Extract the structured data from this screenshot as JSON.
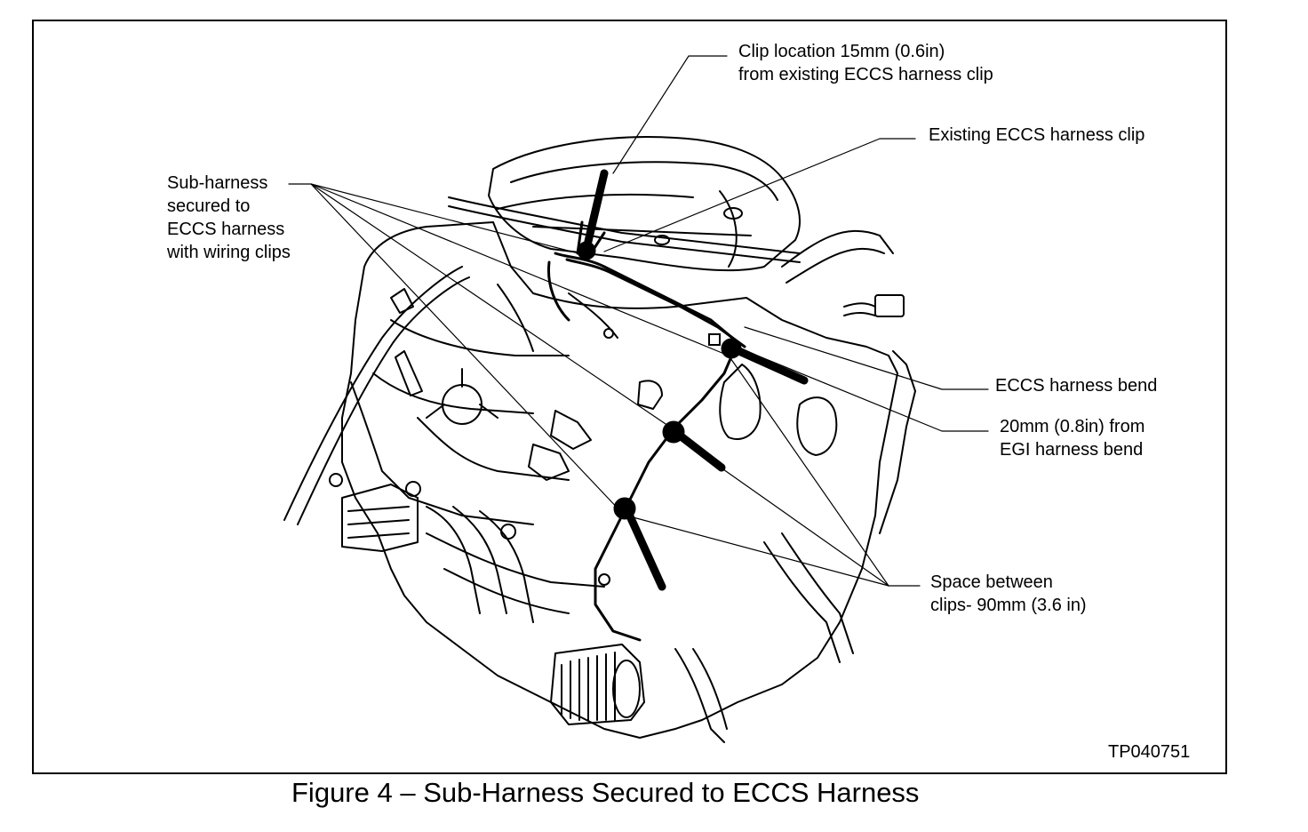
{
  "figure": {
    "caption": "Figure 4 – Sub-Harness Secured to ECCS Harness",
    "figure_id": "TP040751"
  },
  "callouts": {
    "clip_location": "Clip location 15mm (0.6in)\nfrom existing ECCS harness clip",
    "existing_clip": "Existing ECCS harness clip",
    "sub_harness": "Sub-harness\nsecured to\nECCS harness\nwith wiring clips",
    "harness_bend": "ECCS harness bend",
    "egi_bend": "20mm (0.8in) from\nEGI harness bend",
    "clip_spacing": "Space between\nclips- 90mm (3.6 in)"
  },
  "colors": {
    "ink": "#000000",
    "paper": "#ffffff"
  }
}
